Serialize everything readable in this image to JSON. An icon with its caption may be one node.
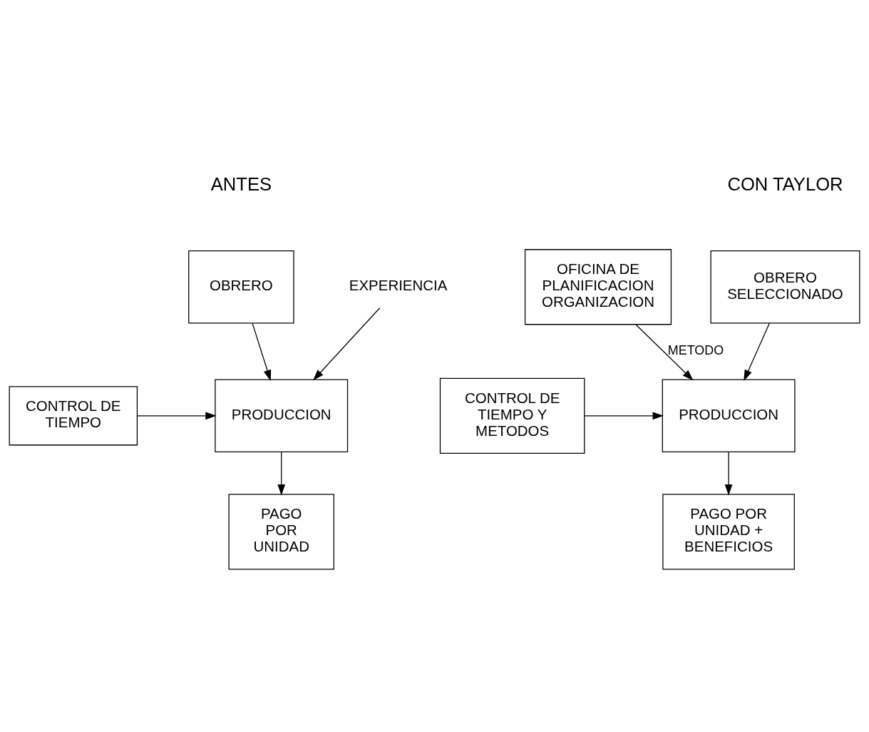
{
  "diagram": {
    "nodes": [
      {
        "text": [
          "OBRERO"
        ]
      },
      {
        "text": [
          "EXPERIENCIA"
        ]
      },
      {
        "text": [
          "CONTROL DE TIEMPO"
        ]
      },
      {
        "text": [
          "PRODUCCION"
        ]
      },
      {
        "text": [
          "PAGO POR UNIDAD"
        ]
      },
      {
        "text": [
          "OBRERO SELECCIONADO"
        ]
      },
      {
        "text": [
          "OFICINA DE PLANIFICACION ORGANIZACION"
        ]
      },
      {
        "text": [
          "PRODUCCION"
        ]
      },
      {
        "text": [
          "CONTROL DE TIEMPO Y METODOS"
        ]
      },
      {
        "text": [
          "PAGO POR UNIDAD + BENEFICIOS"
        ]
      }
    ],
    "edges": [
      {
        "from": 0,
        "to": 3,
        "arrow": "to"
      },
      {
        "from": 1,
        "to": 3,
        "arrow": "to"
      },
      {
        "from": 2,
        "to": 3,
        "arrow": "to"
      },
      {
        "from": 3,
        "to": 4,
        "arrow": "to"
      },
      {
        "from": 5,
        "to": 7,
        "arrow": "to"
      },
      {
        "from": 6,
        "to": 7,
        "label": "METODO",
        "arrow": "to"
      },
      {
        "from": 8,
        "to": 7,
        "arrow": "to"
      },
      {
        "from": 7,
        "to": 9,
        "arrow": "to"
      }
    ],
    "labels": [
      "ANTES",
      "CON TAYLOR"
    ]
  }
}
